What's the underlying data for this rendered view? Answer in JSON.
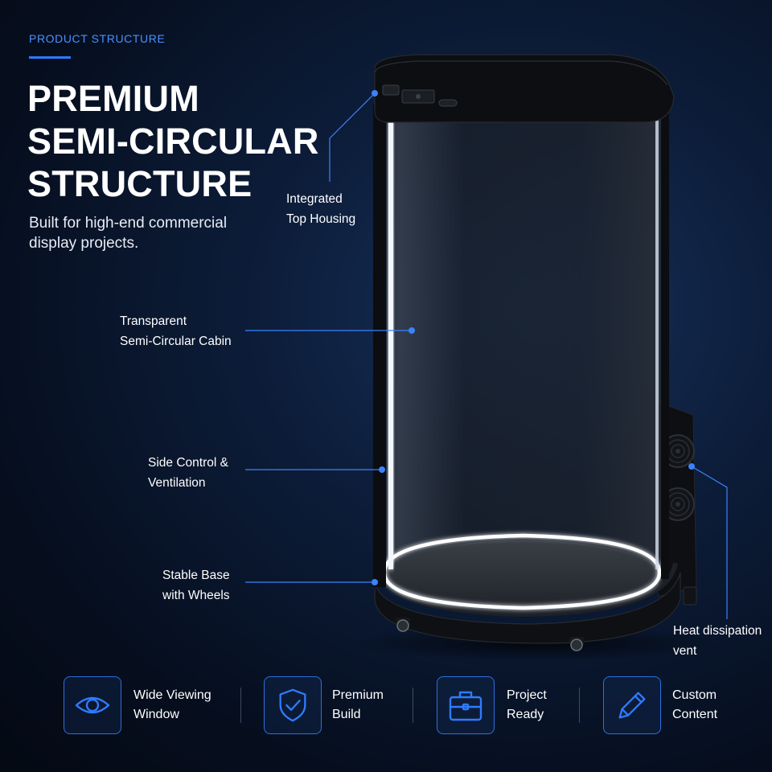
{
  "header": {
    "eyebrow": "PRODUCT STRUCTURE",
    "headline_lines": [
      "PREMIUM",
      "SEMI-CIRCULAR",
      "STRUCTURE"
    ],
    "subtitle_lines": [
      "Built for high-end commercial",
      "display projects."
    ]
  },
  "callouts": {
    "top_housing": [
      "Integrated",
      "Top Housing"
    ],
    "cabin": [
      "Transparent",
      "Semi-Circular Cabin"
    ],
    "side_control": [
      "Side Control &",
      "Ventilation"
    ],
    "base": [
      "Stable Base",
      "with Wheels"
    ],
    "heat_vent": [
      "Heat dissipation",
      "vent"
    ]
  },
  "features": [
    {
      "icon": "eye-icon",
      "lines": [
        "Wide Viewing",
        "Window"
      ]
    },
    {
      "icon": "shield-check-icon",
      "lines": [
        "Premium",
        "Build"
      ]
    },
    {
      "icon": "briefcase-icon",
      "lines": [
        "Project",
        "Ready"
      ]
    },
    {
      "icon": "pencil-icon",
      "lines": [
        "Custom",
        "Content"
      ]
    }
  ],
  "colors": {
    "accent": "#2f7bff",
    "eyebrow": "#4a90ff",
    "background_dark": "#060e1e",
    "background_glow": "#16305a",
    "led_glow": "#ffffff"
  }
}
